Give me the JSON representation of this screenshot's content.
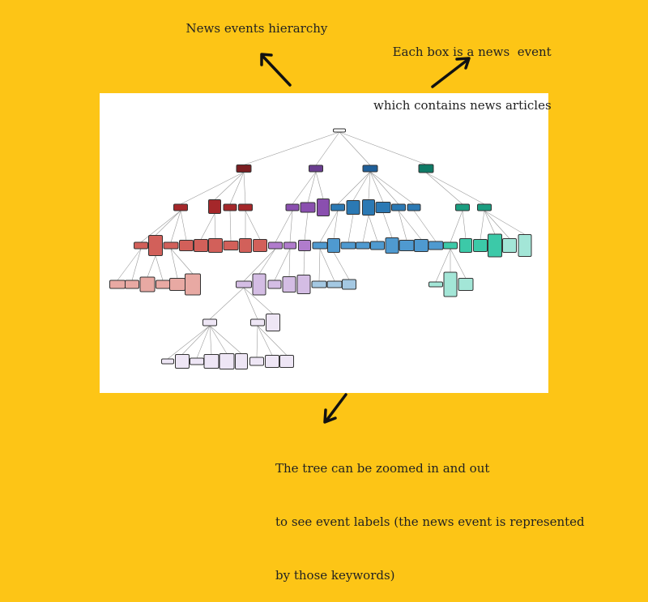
{
  "annotations": {
    "title": "News events hierarchy",
    "box_note_line1": "Each box is a news  event",
    "box_note_line2": "which contains news articles",
    "zoom_note_line1": "The tree can be zoomed in and out",
    "zoom_note_line2": "to see event labels (the news event is represented",
    "zoom_note_line3": "by those keywords)"
  },
  "colors": {
    "background": "#FDC516",
    "panel": "#FFFFFF",
    "arrow": "#111111",
    "edge": "#9A9A9A",
    "root": "#FFFFFF",
    "branch_red": "#7B1E22",
    "branch_purple": "#6A3D8F",
    "branch_blue": "#1F5F99",
    "branch_teal": "#0E7A66"
  }
}
